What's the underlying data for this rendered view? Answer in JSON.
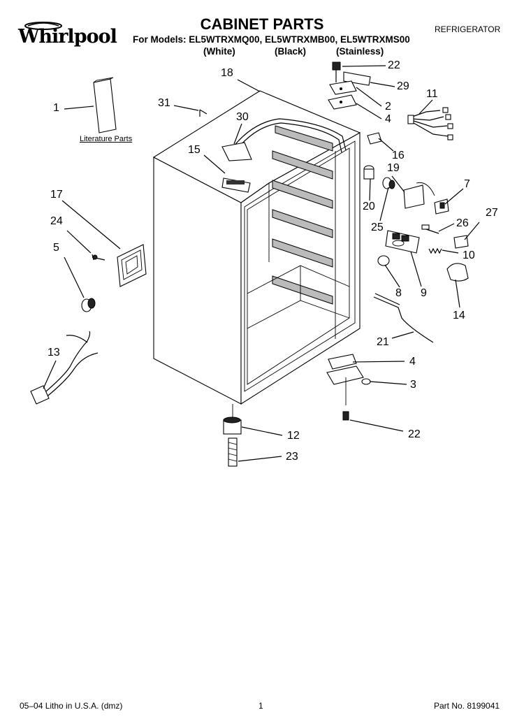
{
  "header": {
    "brand": "Whirlpool",
    "title": "CABINET PARTS",
    "models_line": "For Models: EL5WTRXMQ00, EL5WTRXMB00, EL5WTRXMS00",
    "variants": [
      "(White)",
      "(Black)",
      "(Stainless)"
    ],
    "document_type": "REFRIGERATOR"
  },
  "literature_caption": "Literature Parts",
  "callouts": [
    "1",
    "17",
    "24",
    "5",
    "13",
    "31",
    "15",
    "30",
    "18",
    "22",
    "29",
    "2",
    "4",
    "11",
    "16",
    "19",
    "7",
    "20",
    "25",
    "26",
    "27",
    "10",
    "8",
    "9",
    "14",
    "21",
    "4",
    "3",
    "12",
    "22",
    "23"
  ],
  "footer": {
    "litho": "05–04 Litho in U.S.A. (dmz)",
    "page": "1",
    "part_no": "Part No. 8199041"
  }
}
